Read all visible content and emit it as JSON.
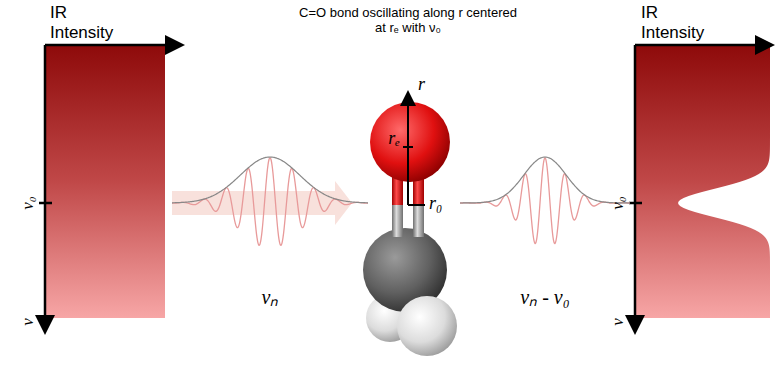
{
  "diagram": {
    "labels": [
      "IR Intensity",
      "ν₀",
      "ν",
      "C=O bond oscillating along r centered at rₑ with ν₀",
      "r",
      "rₑ",
      "r₀",
      "νₙ",
      "νₙ - ν₀",
      "IR Intensity",
      "ν₀",
      "ν"
    ]
  }
}
